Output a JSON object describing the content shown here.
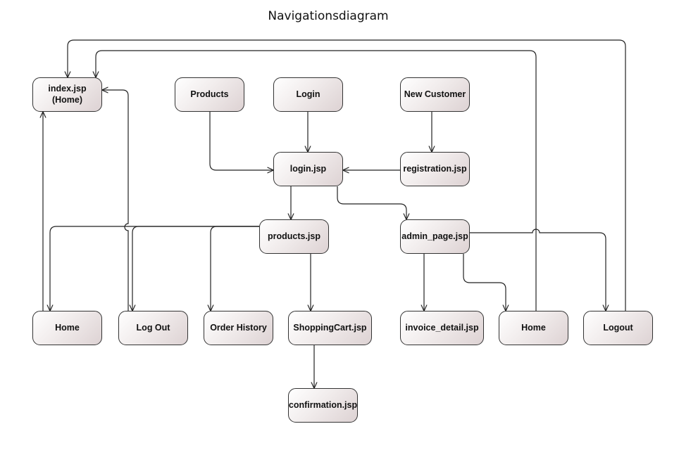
{
  "diagram": {
    "title": "Navigationsdiagram",
    "nodes": [
      {
        "id": "index",
        "label": "index.jsp\n(Home)"
      },
      {
        "id": "products_btn",
        "label": "Products"
      },
      {
        "id": "login_btn",
        "label": "Login"
      },
      {
        "id": "newcust_btn",
        "label": "New Customer"
      },
      {
        "id": "login_jsp",
        "label": "login.jsp"
      },
      {
        "id": "registration",
        "label": "registration.jsp"
      },
      {
        "id": "products_jsp",
        "label": "products.jsp"
      },
      {
        "id": "admin",
        "label": "admin_page.jsp"
      },
      {
        "id": "home1",
        "label": "Home"
      },
      {
        "id": "logout1",
        "label": "Log Out"
      },
      {
        "id": "orderhist",
        "label": "Order History"
      },
      {
        "id": "cart",
        "label": "ShoppingCart.jsp"
      },
      {
        "id": "invoice",
        "label": "invoice_detail.jsp"
      },
      {
        "id": "home2",
        "label": "Home"
      },
      {
        "id": "logout2",
        "label": "Logout"
      },
      {
        "id": "confirm",
        "label": "confirmation.jsp"
      }
    ],
    "edges": [
      {
        "from": "products_btn",
        "to": "login_jsp"
      },
      {
        "from": "login_btn",
        "to": "login_jsp"
      },
      {
        "from": "newcust_btn",
        "to": "registration"
      },
      {
        "from": "registration",
        "to": "login_jsp"
      },
      {
        "from": "login_jsp",
        "to": "products_jsp"
      },
      {
        "from": "login_jsp",
        "to": "admin"
      },
      {
        "from": "products_jsp",
        "to": "home1"
      },
      {
        "from": "products_jsp",
        "to": "logout1"
      },
      {
        "from": "products_jsp",
        "to": "orderhist"
      },
      {
        "from": "products_jsp",
        "to": "cart"
      },
      {
        "from": "cart",
        "to": "confirm"
      },
      {
        "from": "admin",
        "to": "invoice"
      },
      {
        "from": "admin",
        "to": "home2"
      },
      {
        "from": "admin",
        "to": "logout2"
      },
      {
        "from": "home1",
        "to": "index"
      },
      {
        "from": "logout1",
        "to": "index"
      },
      {
        "from": "home2",
        "to": "index"
      },
      {
        "from": "logout2",
        "to": "index"
      }
    ]
  }
}
